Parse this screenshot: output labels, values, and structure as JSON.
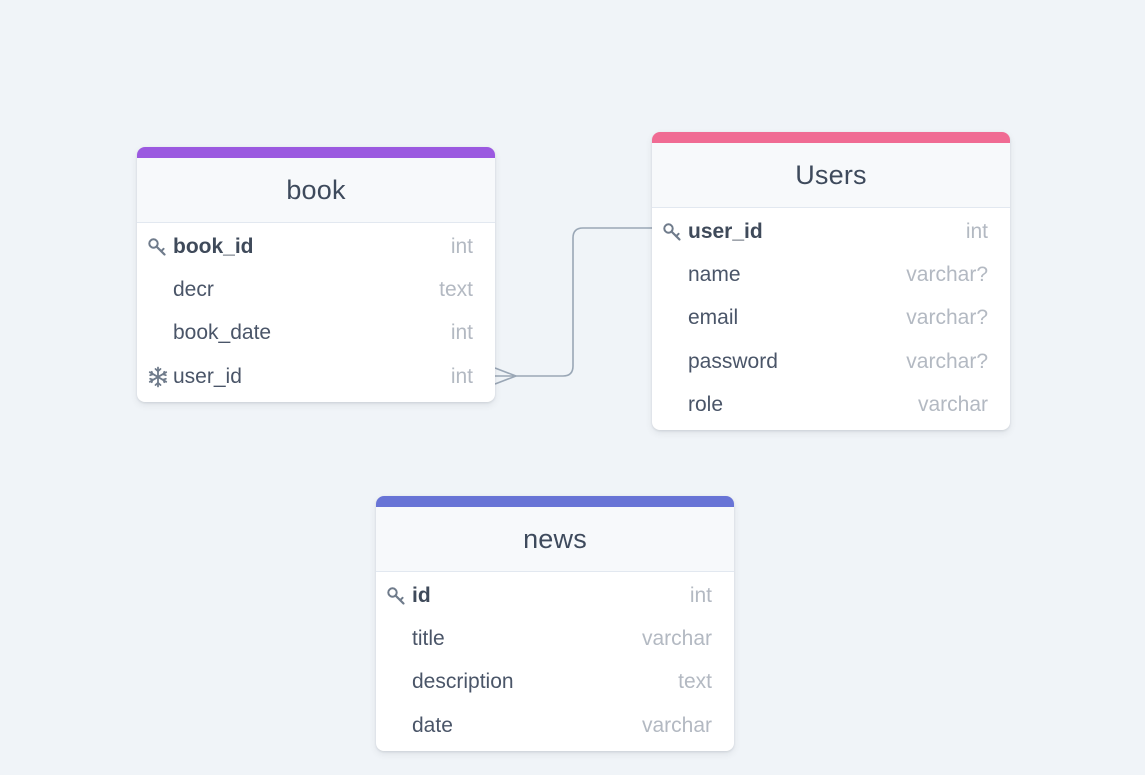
{
  "diagram": {
    "tables": [
      {
        "id": "book",
        "title": "book",
        "accent_color": "#9b59e0",
        "fields": [
          {
            "name": "book_id",
            "type": "int",
            "icon": "key-icon",
            "primary": true
          },
          {
            "name": "decr",
            "type": "text",
            "icon": "",
            "primary": false
          },
          {
            "name": "book_date",
            "type": "int",
            "icon": "",
            "primary": false
          },
          {
            "name": "user_id",
            "type": "int",
            "icon": "snowflake-icon",
            "primary": false
          }
        ]
      },
      {
        "id": "users",
        "title": "Users",
        "accent_color": "#f06b93",
        "fields": [
          {
            "name": "user_id",
            "type": "int",
            "icon": "key-icon",
            "primary": true
          },
          {
            "name": "name",
            "type": "varchar?",
            "icon": "",
            "primary": false
          },
          {
            "name": "email",
            "type": "varchar?",
            "icon": "",
            "primary": false
          },
          {
            "name": "password",
            "type": "varchar?",
            "icon": "",
            "primary": false
          },
          {
            "name": "role",
            "type": "varchar",
            "icon": "",
            "primary": false
          }
        ]
      },
      {
        "id": "news",
        "title": "news",
        "accent_color": "#6874d6",
        "fields": [
          {
            "name": "id",
            "type": "int",
            "icon": "key-icon",
            "primary": true
          },
          {
            "name": "title",
            "type": "varchar",
            "icon": "",
            "primary": false
          },
          {
            "name": "description",
            "type": "text",
            "icon": "",
            "primary": false
          },
          {
            "name": "date",
            "type": "varchar",
            "icon": "",
            "primary": false
          }
        ]
      }
    ],
    "relations": [
      {
        "from_table": "book",
        "from_field": "user_id",
        "to_table": "users",
        "to_field": "user_id",
        "from_cardinality": "many",
        "to_cardinality": "one"
      }
    ],
    "relation_color": "#9aa7b6"
  }
}
